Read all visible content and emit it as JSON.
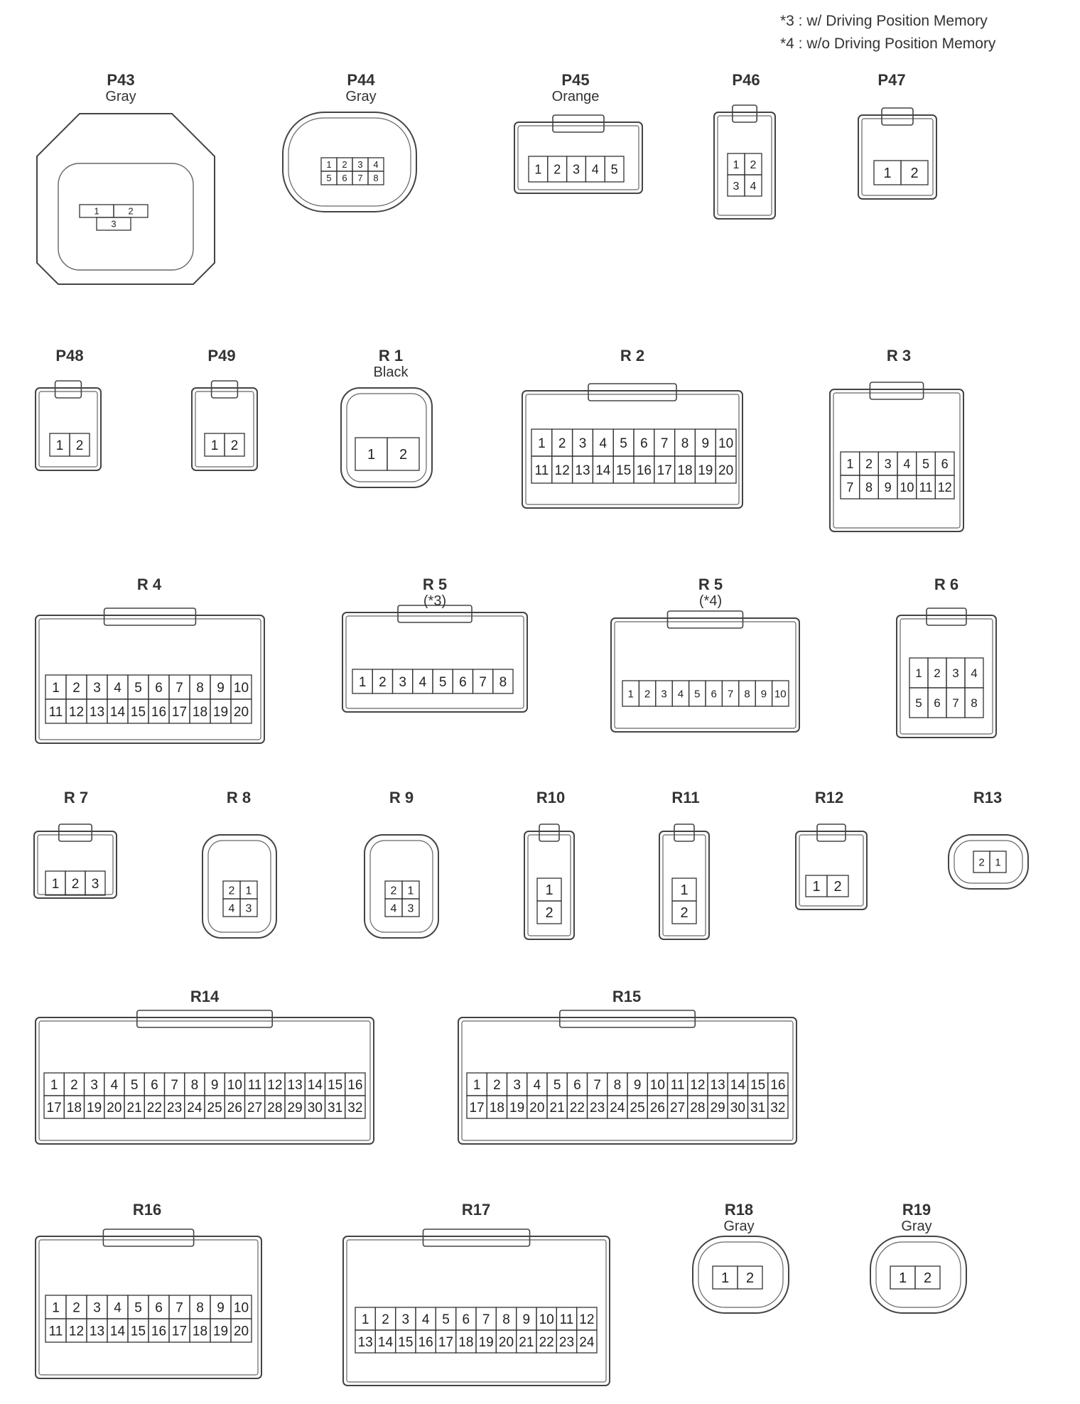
{
  "legend": {
    "note3": "*3 : w/ Driving Position Memory",
    "note4": "*4 : w/o Driving Position Memory"
  },
  "connectors": [
    {
      "id": "P43",
      "sub": "Gray",
      "pins": [
        [
          "1",
          "2"
        ],
        [
          "3"
        ]
      ]
    },
    {
      "id": "P44",
      "sub": "Gray",
      "pins": [
        [
          "1",
          "2",
          "3",
          "4"
        ],
        [
          "5",
          "6",
          "7",
          "8"
        ]
      ]
    },
    {
      "id": "P45",
      "sub": "Orange",
      "pins": [
        [
          "1",
          "2",
          "3",
          "4",
          "5"
        ]
      ]
    },
    {
      "id": "P46",
      "sub": "",
      "pins": [
        [
          "1",
          "2"
        ],
        [
          "3",
          "4"
        ]
      ]
    },
    {
      "id": "P47",
      "sub": "",
      "pins": [
        [
          "1",
          "2"
        ]
      ]
    },
    {
      "id": "P48",
      "sub": "",
      "pins": [
        [
          "1",
          "2"
        ]
      ]
    },
    {
      "id": "P49",
      "sub": "",
      "pins": [
        [
          "1",
          "2"
        ]
      ]
    },
    {
      "id": "R 1",
      "sub": "Black",
      "pins": [
        [
          "1",
          "2"
        ]
      ]
    },
    {
      "id": "R 2",
      "sub": "",
      "pins": [
        [
          "1",
          "2",
          "3",
          "4",
          "5",
          "6",
          "7",
          "8",
          "9",
          "10"
        ],
        [
          "11",
          "12",
          "13",
          "14",
          "15",
          "16",
          "17",
          "18",
          "19",
          "20"
        ]
      ]
    },
    {
      "id": "R 3",
      "sub": "",
      "pins": [
        [
          "1",
          "2",
          "3",
          "4",
          "5",
          "6"
        ],
        [
          "7",
          "8",
          "9",
          "10",
          "11",
          "12"
        ]
      ]
    },
    {
      "id": "R 4",
      "sub": "",
      "pins": [
        [
          "1",
          "2",
          "3",
          "4",
          "5",
          "6",
          "7",
          "8",
          "9",
          "10"
        ],
        [
          "11",
          "12",
          "13",
          "14",
          "15",
          "16",
          "17",
          "18",
          "19",
          "20"
        ]
      ]
    },
    {
      "id": "R 5",
      "sub": "(*3)",
      "pins": [
        [
          "1",
          "2",
          "3",
          "4",
          "5",
          "6",
          "7",
          "8"
        ]
      ]
    },
    {
      "id": "R 5",
      "sub": "(*4)",
      "pins": [
        [
          "1",
          "2",
          "3",
          "4",
          "5",
          "6",
          "7",
          "8",
          "9",
          "10"
        ]
      ]
    },
    {
      "id": "R 6",
      "sub": "",
      "pins": [
        [
          "1",
          "2",
          "3",
          "4"
        ],
        [
          "5",
          "6",
          "7",
          "8"
        ]
      ]
    },
    {
      "id": "R 7",
      "sub": "",
      "pins": [
        [
          "1",
          "2",
          "3"
        ]
      ]
    },
    {
      "id": "R 8",
      "sub": "",
      "pins": [
        [
          "2",
          "1"
        ],
        [
          "4",
          "3"
        ]
      ]
    },
    {
      "id": "R 9",
      "sub": "",
      "pins": [
        [
          "2",
          "1"
        ],
        [
          "4",
          "3"
        ]
      ]
    },
    {
      "id": "R10",
      "sub": "",
      "pins": [
        [
          "1"
        ],
        [
          "2"
        ]
      ]
    },
    {
      "id": "R11",
      "sub": "",
      "pins": [
        [
          "1"
        ],
        [
          "2"
        ]
      ]
    },
    {
      "id": "R12",
      "sub": "",
      "pins": [
        [
          "1",
          "2"
        ]
      ]
    },
    {
      "id": "R13",
      "sub": "",
      "pins": [
        [
          "2",
          "1"
        ]
      ]
    },
    {
      "id": "R14",
      "sub": "",
      "pins": [
        [
          "1",
          "2",
          "3",
          "4",
          "5",
          "6",
          "7",
          "8",
          "9",
          "10",
          "11",
          "12",
          "13",
          "14",
          "15",
          "16"
        ],
        [
          "17",
          "18",
          "19",
          "20",
          "21",
          "22",
          "23",
          "24",
          "25",
          "26",
          "27",
          "28",
          "29",
          "30",
          "31",
          "32"
        ]
      ]
    },
    {
      "id": "R15",
      "sub": "",
      "pins": [
        [
          "1",
          "2",
          "3",
          "4",
          "5",
          "6",
          "7",
          "8",
          "9",
          "10",
          "11",
          "12",
          "13",
          "14",
          "15",
          "16"
        ],
        [
          "17",
          "18",
          "19",
          "20",
          "21",
          "22",
          "23",
          "24",
          "25",
          "26",
          "27",
          "28",
          "29",
          "30",
          "31",
          "32"
        ]
      ]
    },
    {
      "id": "R16",
      "sub": "",
      "pins": [
        [
          "1",
          "2",
          "3",
          "4",
          "5",
          "6",
          "7",
          "8",
          "9",
          "10"
        ],
        [
          "11",
          "12",
          "13",
          "14",
          "15",
          "16",
          "17",
          "18",
          "19",
          "20"
        ]
      ]
    },
    {
      "id": "R17",
      "sub": "",
      "pins": [
        [
          "1",
          "2",
          "3",
          "4",
          "5",
          "6",
          "7",
          "8",
          "9",
          "10",
          "11",
          "12"
        ],
        [
          "13",
          "14",
          "15",
          "16",
          "17",
          "18",
          "19",
          "20",
          "21",
          "22",
          "23",
          "24"
        ]
      ]
    },
    {
      "id": "R18",
      "sub": "Gray",
      "pins": [
        [
          "1",
          "2"
        ]
      ]
    },
    {
      "id": "R19",
      "sub": "Gray",
      "pins": [
        [
          "1",
          "2"
        ]
      ]
    }
  ]
}
